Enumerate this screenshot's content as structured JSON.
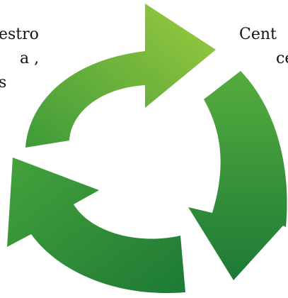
{
  "left_text": {
    "line1": "estro",
    "line2": "a ,",
    "line3": "s"
  },
  "right_text": {
    "line1": "Cent",
    "line2": "ce"
  },
  "graphic": {
    "icon": "recycle-arrows-icon",
    "colors": {
      "light": "#8fc23f",
      "mid": "#4ea83c",
      "dark": "#1f7f3a"
    }
  }
}
